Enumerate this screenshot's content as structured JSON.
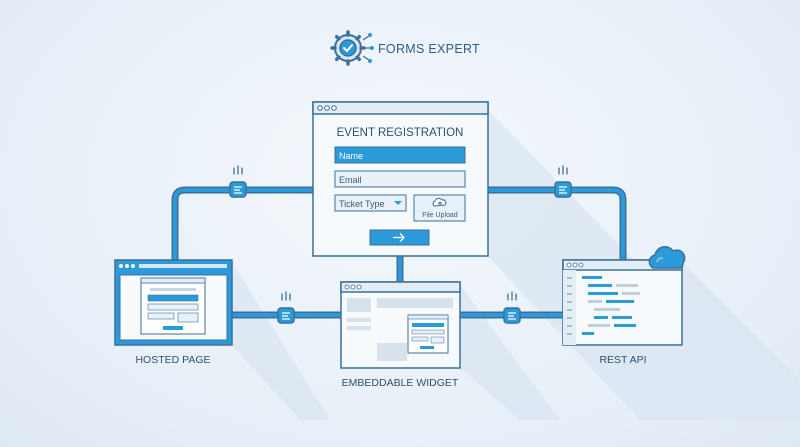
{
  "brand": {
    "name": "FORMS EXPERT",
    "icon": "gear-check-icon"
  },
  "form": {
    "title": "EVENT REGISTRATION",
    "name_placeholder": "Name",
    "email_placeholder": "Email",
    "ticket_label": "Ticket Type",
    "upload_label": "File Upload",
    "submit_icon": "arrow-right-icon"
  },
  "nodes": {
    "hosted": "HOSTED PAGE",
    "widget": "EMBEDDABLE WIDGET",
    "api": "REST API"
  },
  "colors": {
    "accent": "#2a9ad8",
    "outline": "#3d6f9a",
    "panel": "#f7fafd",
    "shadow": "#d6e4f1"
  }
}
